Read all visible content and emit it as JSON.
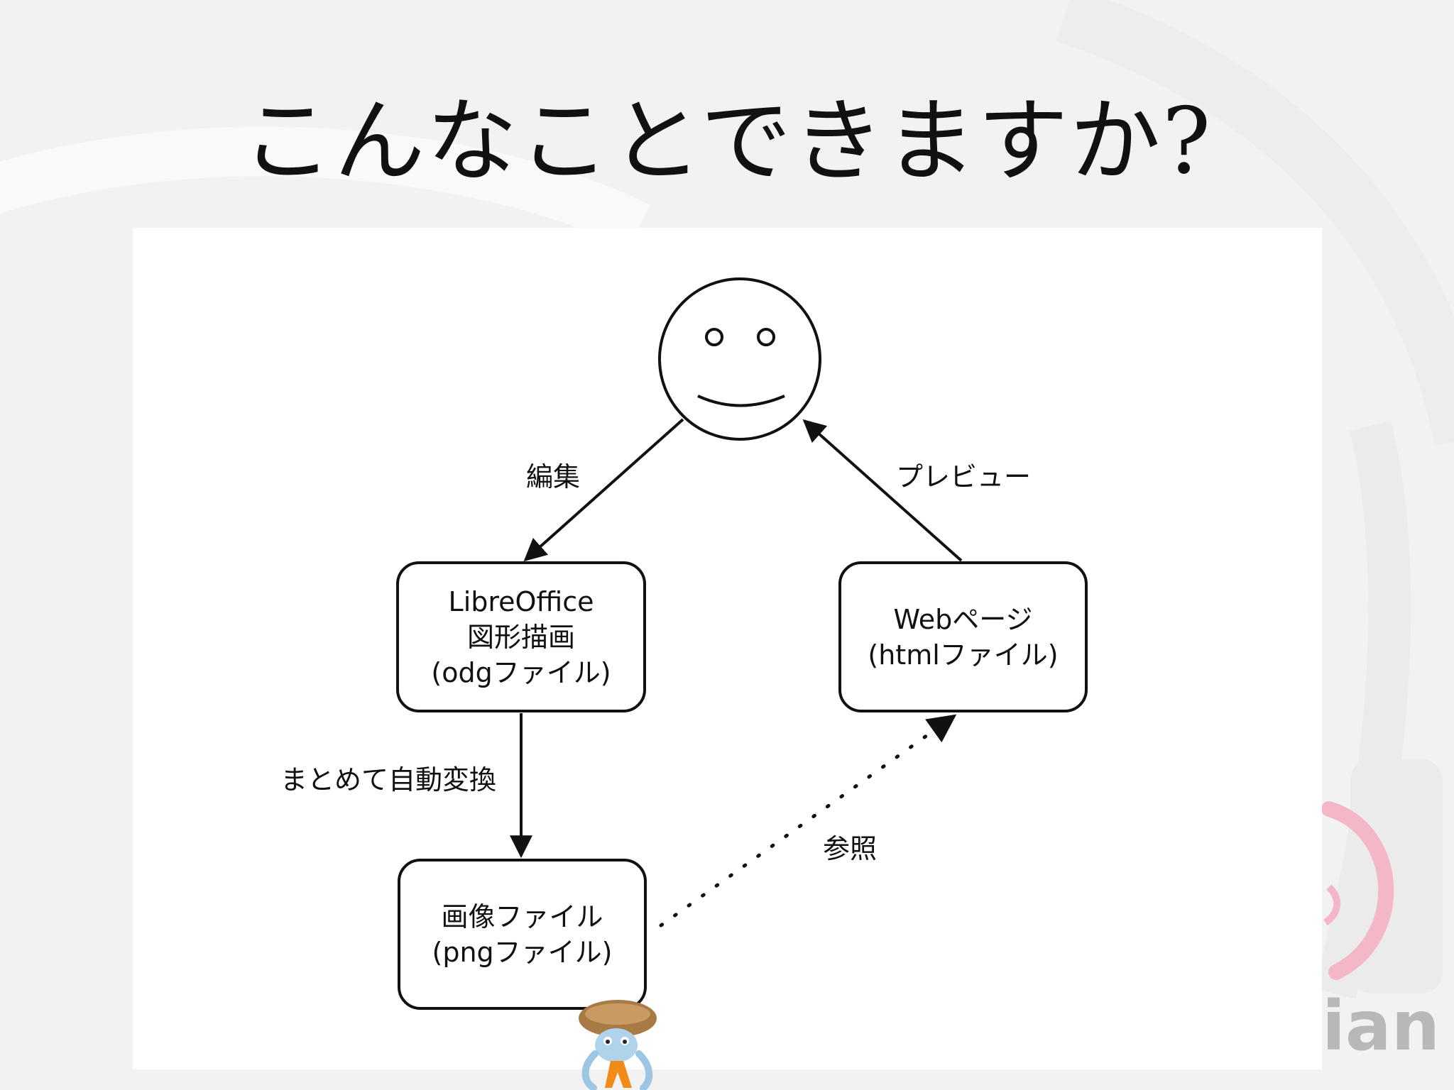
{
  "slide": {
    "title": "こんなことできますか?"
  },
  "diagram": {
    "nodes": {
      "libreoffice": {
        "line1": "LibreOffice",
        "line2": "図形描画",
        "line3": "(odgファイル)"
      },
      "webpage": {
        "line1": "Webページ",
        "line2": "(htmlファイル)"
      },
      "image": {
        "line1": "画像ファイル",
        "line2": "(pngファイル)"
      }
    },
    "edges": {
      "edit": "編集",
      "preview": "プレビュー",
      "convert": "まとめて自動変換",
      "reference": "参照"
    }
  },
  "watermark": {
    "text": "ian"
  },
  "colors": {
    "background": "#f2f2f3",
    "canvas": "#ffffff",
    "stroke": "#111111",
    "debian_pink": "#d70a53"
  }
}
